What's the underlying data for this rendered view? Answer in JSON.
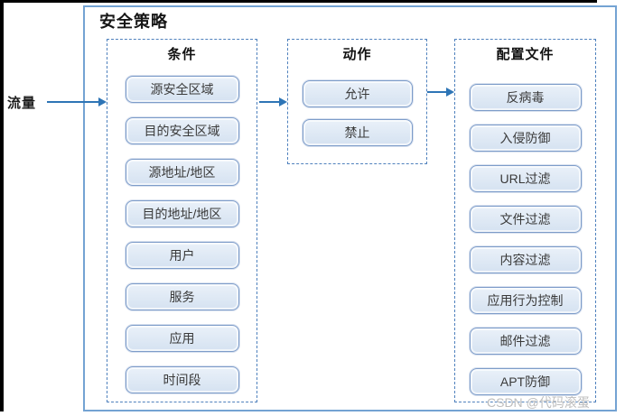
{
  "diagram": {
    "title": "安全策略",
    "traffic_label": "流量",
    "watermark": "CSDN @代码滚蛋",
    "columns": [
      {
        "id": "conditions",
        "header": "条件",
        "items": [
          "源安全区域",
          "目的安全区域",
          "源地址/地区",
          "目的地址/地区",
          "用户",
          "服务",
          "应用",
          "时间段"
        ]
      },
      {
        "id": "actions",
        "header": "动作",
        "items": [
          "允许",
          "禁止"
        ]
      },
      {
        "id": "profiles",
        "header": "配置文件",
        "items": [
          "反病毒",
          "入侵防御",
          "URL过滤",
          "文件过滤",
          "内容过滤",
          "应用行为控制",
          "邮件过滤",
          "APT防御"
        ]
      }
    ],
    "colors": {
      "arrow": "#2e75b6",
      "outer_border": "#74a3d3",
      "dashed_border": "#4f81bd",
      "node_border": "#7d9cc9",
      "node_fill": "#d9e5f2",
      "frame": "#000000"
    }
  }
}
